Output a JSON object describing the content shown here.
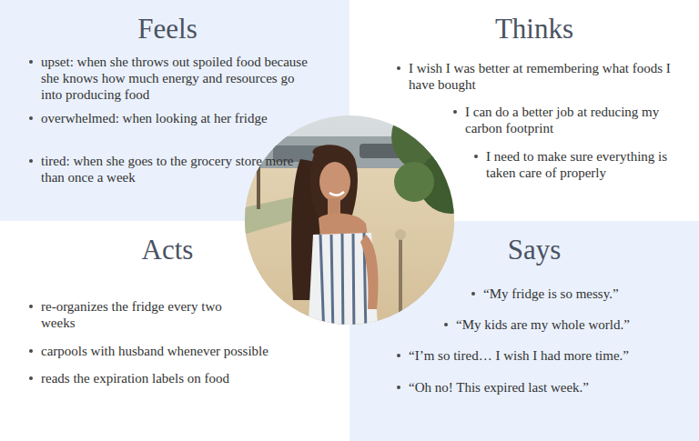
{
  "diagram": {
    "nodes": [
      {
        "text": [
          "Feels",
          "upset: when she throws out spoiled food because she knows how much energy and resources go into producing food",
          "overwhelmed: when looking at her fridge",
          "tired: when she goes to the grocery store more than once a week"
        ]
      },
      {
        "text": [
          "Thinks",
          "I wish I was better at remembering what foods I have bought",
          "I can do a better job at reducing my carbon footprint",
          "I need to make sure everything is taken care of properly"
        ]
      },
      {
        "text": [
          "Acts",
          "re-organizes the fridge every two weeks",
          "carpools with husband whenever possible",
          "reads the expiration labels on food"
        ]
      },
      {
        "text": [
          "Says",
          "“My fridge is so messy.”",
          "“My kids are my whole world.”",
          "“I’m so tired… I wish I had more time.”",
          "“Oh no! This expired last week.”"
        ]
      }
    ]
  }
}
